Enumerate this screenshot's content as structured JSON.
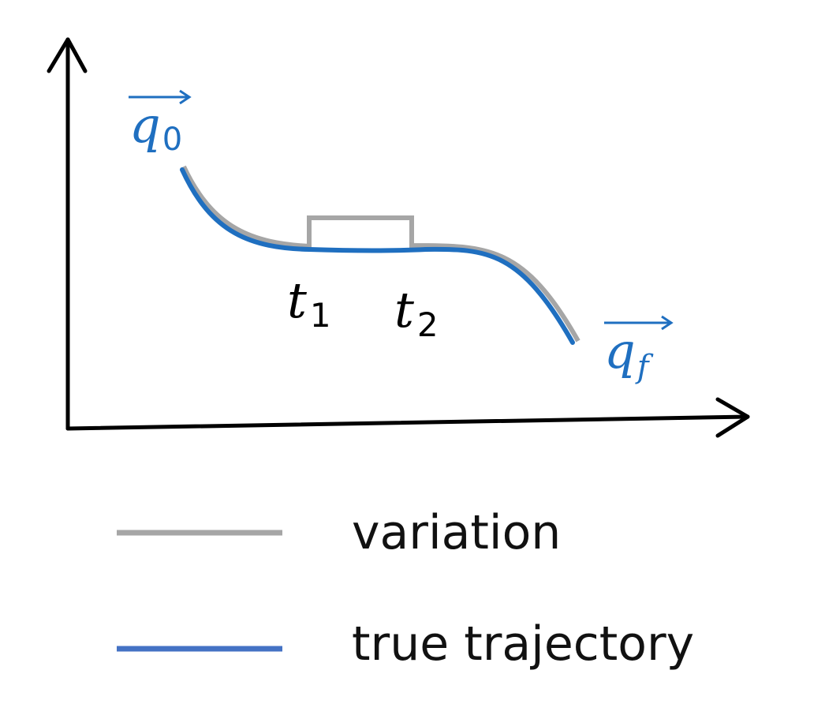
{
  "colors": {
    "axis": "#000000",
    "true_trajectory": "#1f6fc0",
    "variation": "#a6a6a6",
    "label_blue": "#1f6fc0",
    "label_black": "#000000"
  },
  "labels": {
    "start_state": {
      "main": "q",
      "sub": "0"
    },
    "final_state": {
      "main": "q",
      "sub": "f"
    },
    "time_1": {
      "main": "t",
      "sub": "1"
    },
    "time_2": {
      "main": "t",
      "sub": "2"
    }
  },
  "legend": {
    "variation": "variation",
    "true_trajectory": "true trajectory"
  }
}
